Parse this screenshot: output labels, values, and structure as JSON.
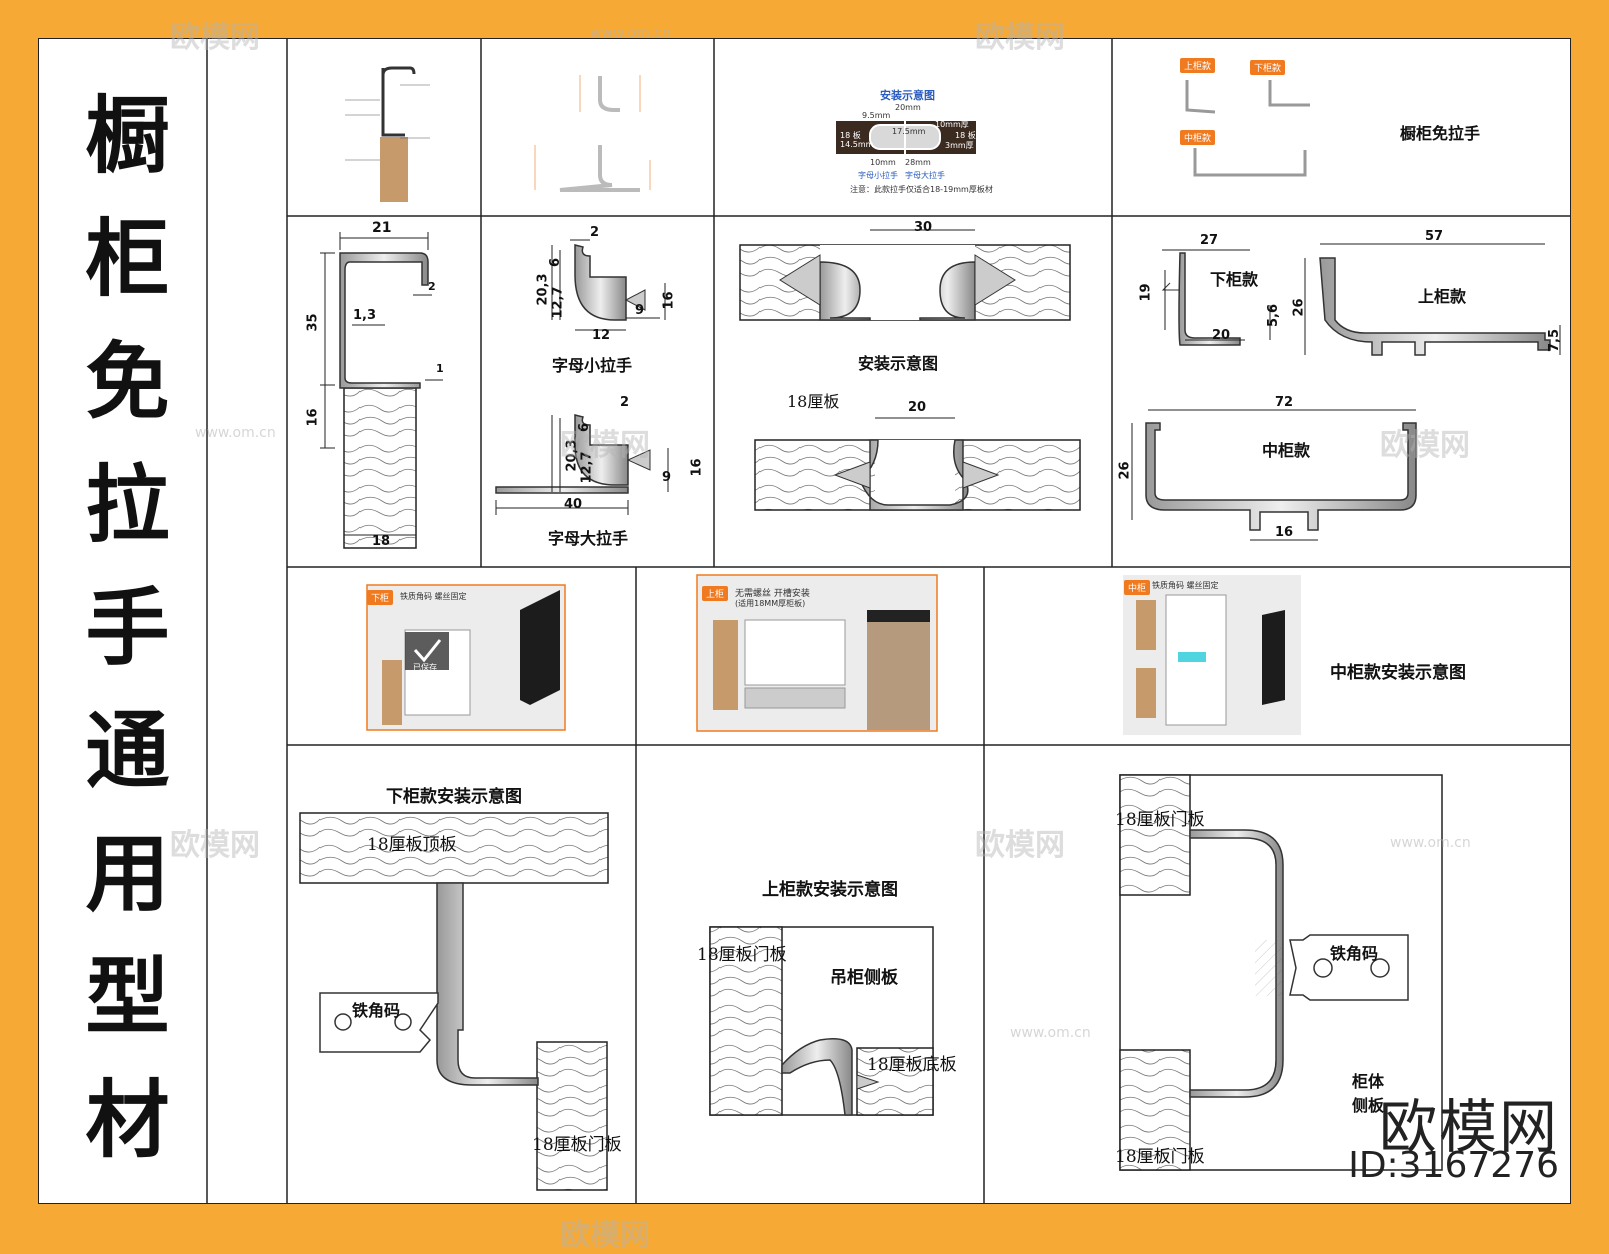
{
  "side_title": [
    "橱",
    "柜",
    "免",
    "拉",
    "手",
    "通",
    "用",
    "型",
    "材"
  ],
  "labels": {
    "install_diagram_small": "安装示意图",
    "cabinet_handle_free": "橱柜免拉手",
    "letter_small": "字母小拉手",
    "letter_large": "字母大拉手",
    "install_diagram": "安装示意图",
    "board_18": "18厘板",
    "lower": "下柜款",
    "upper": "上柜款",
    "middle": "中柜款",
    "middle_install": "中柜款安装示意图",
    "lower_install": "下柜款安装示意图",
    "upper_install": "上柜款安装示意图",
    "top_board": "18厘板顶板",
    "iron_code": "铁角码",
    "door_board": "18厘板门板",
    "hanging_side": "吊柜侧板",
    "bottom_board": "18厘板底板",
    "cabinet_side": "柜体侧板"
  },
  "dims": {
    "p1": [
      "21",
      "2",
      "35",
      "1,3",
      "1",
      "16",
      "18"
    ],
    "small": [
      "2",
      "6",
      "20,3",
      "12,7",
      "16",
      "9",
      "12"
    ],
    "large": [
      "2",
      "6",
      "20,3",
      "12,7",
      "16",
      "9",
      "40"
    ],
    "install_top": "30",
    "install_bottom": "20",
    "lower": [
      "27",
      "19",
      "5,6",
      "20"
    ],
    "upper": [
      "57",
      "26",
      "7,5"
    ],
    "middle": [
      "72",
      "26",
      "16"
    ]
  },
  "thumb": {
    "title": "安装示意图",
    "row1": [
      "9.5mm",
      "20mm",
      "10mm厚"
    ],
    "row2": [
      "18 板",
      "14.5mm",
      "17.5mm",
      "18 板",
      "3mm厚"
    ],
    "row3": [
      "10mm",
      "28mm"
    ],
    "row4": [
      "字母小拉手",
      "字母大拉手"
    ],
    "note": "注意：此款拉手仅适合18-19mm厚板材",
    "tags": [
      "上柜款",
      "下柜款",
      "中柜款"
    ]
  },
  "photos": {
    "lower_tag": "下柜",
    "lower_head": "铁质角码 螺丝固定",
    "lower_saved": "已保存",
    "upper_tag": "上柜",
    "upper_head": "无需螺丝 开槽安装",
    "upper_sub": "(适用18MM厚柜板)",
    "middle_tag": "中柜",
    "middle_head": "铁质角码 螺丝固定"
  },
  "brand": {
    "name": "欧模网",
    "id": "ID:3167276"
  },
  "watermark": {
    "name": "欧模网",
    "url": "www.om.cn"
  }
}
